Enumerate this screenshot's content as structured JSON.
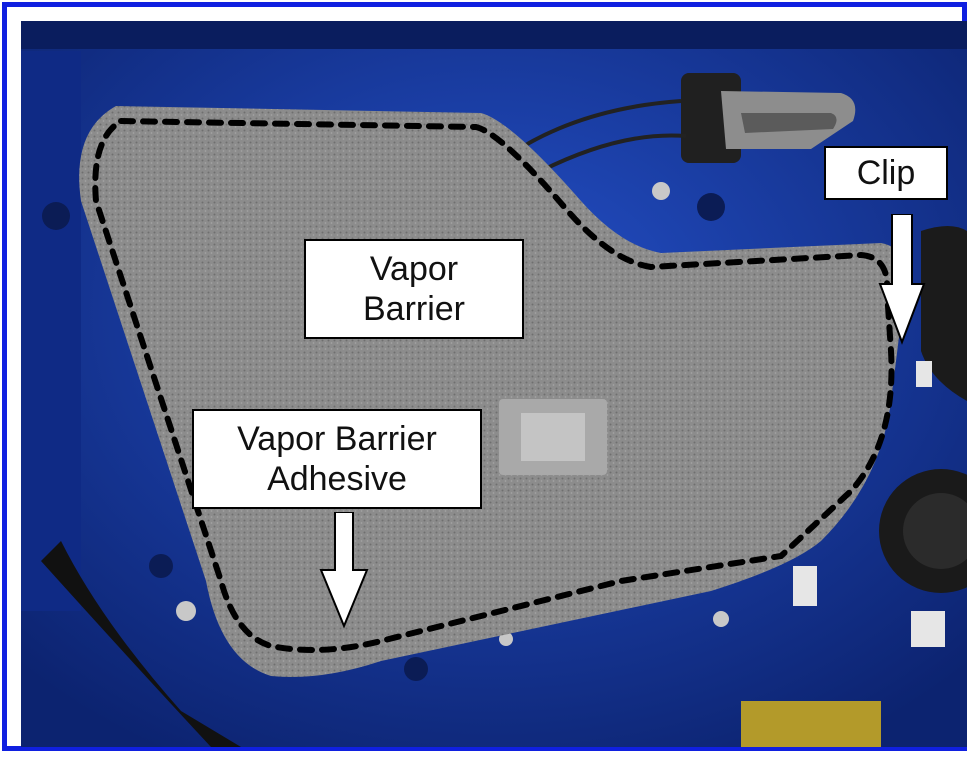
{
  "labels": {
    "clip": "Clip",
    "vapor_barrier": {
      "line1": "Vapor",
      "line2": "Barrier"
    },
    "vapor_barrier_adhesive": {
      "line1": "Vapor Barrier",
      "line2": "Adhesive"
    }
  },
  "colors": {
    "frame_border": "#1020e0",
    "door_panel_blue": "#13339a",
    "foam_gray": "#8a8a8a",
    "adhesive_outline": "#000000",
    "callout_background": "#ffffff",
    "arrow_fill": "#ffffff"
  },
  "icons": {
    "clip_arrow": "down-arrow-icon",
    "adhesive_arrow": "down-arrow-icon"
  }
}
